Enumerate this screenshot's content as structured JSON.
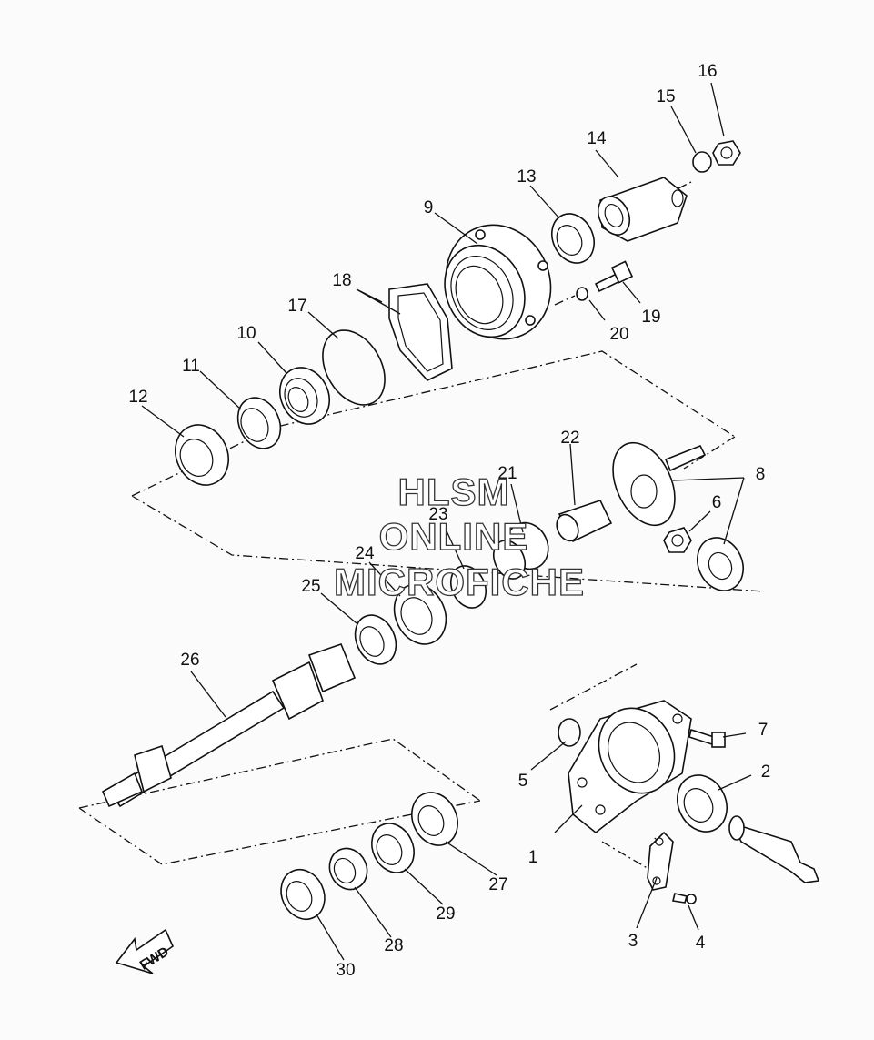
{
  "callouts": [
    "1",
    "2",
    "3",
    "4",
    "5",
    "6",
    "7",
    "8",
    "9",
    "10",
    "11",
    "12",
    "13",
    "14",
    "15",
    "16",
    "17",
    "18",
    "19",
    "20",
    "21",
    "22",
    "23",
    "24",
    "25",
    "26",
    "27",
    "28",
    "29",
    "30"
  ],
  "watermark": {
    "line1": "HLSM",
    "line2": "ONLINE",
    "line3": "MICROFICHE"
  },
  "direction_arrow": {
    "label": "FWD"
  }
}
